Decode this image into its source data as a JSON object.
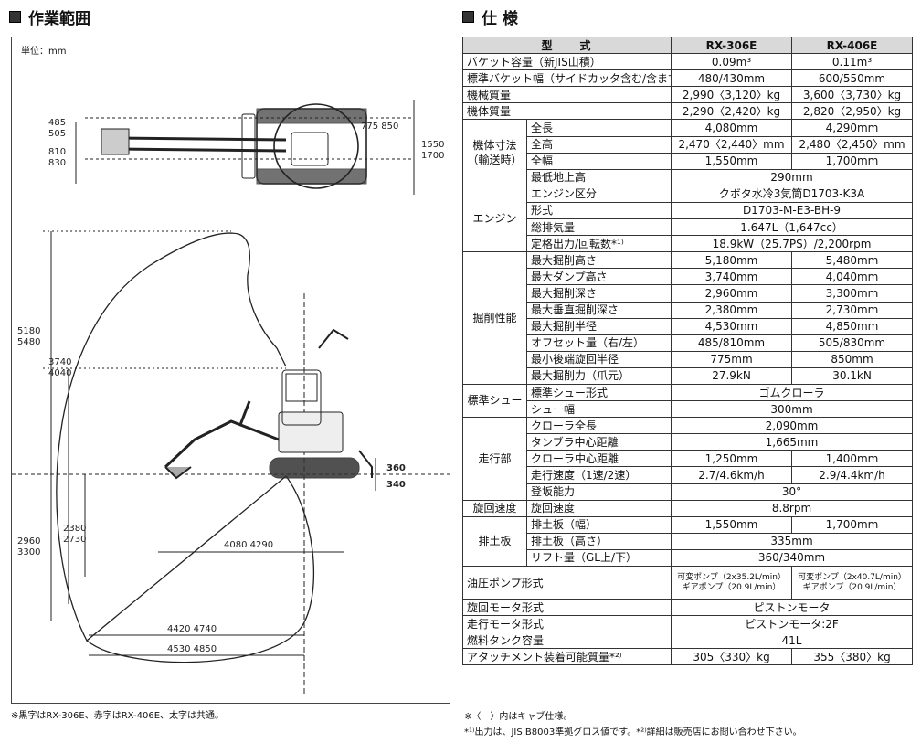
{
  "left_title": "作業範囲",
  "right_title": "仕 様",
  "diagram": {
    "unit": "単位：mm",
    "labels": [
      {
        "id": "d485",
        "text": "485\n505"
      },
      {
        "id": "d810",
        "text": "810\n830"
      },
      {
        "id": "d775",
        "text": "775 850"
      },
      {
        "id": "d1550",
        "text": "1550\n1700"
      },
      {
        "id": "d5180",
        "text": "5180\n5480"
      },
      {
        "id": "d3740",
        "text": "3740\n4040"
      },
      {
        "id": "d360",
        "text": "360"
      },
      {
        "id": "d340",
        "text": "340"
      },
      {
        "id": "d2380",
        "text": "2380\n2730"
      },
      {
        "id": "d2960",
        "text": "2960\n3300"
      },
      {
        "id": "d4080",
        "text": "4080 4290"
      },
      {
        "id": "d4420",
        "text": "4420 4740"
      },
      {
        "id": "d4530",
        "text": "4530 4850"
      }
    ]
  },
  "left_note": "※黒字はRX-306E、赤字はRX-406E、太字は共通。",
  "spec": {
    "header": {
      "label": "型　　式",
      "m1": "RX-306E",
      "m2": "RX-406E"
    },
    "rows": [
      {
        "label": "バケット容量（新JIS山積）",
        "v1": "0.09m³",
        "v2": "0.11m³"
      },
      {
        "label": "標準バケット幅（サイドカッタ含む/含まず）",
        "v1": "480/430mm",
        "v2": "600/550mm"
      },
      {
        "label": "機械質量",
        "v1": "2,990〈3,120〉kg",
        "v2": "3,600〈3,730〉kg"
      },
      {
        "label": "機体質量",
        "v1": "2,290〈2,420〉kg",
        "v2": "2,820〈2,950〉kg"
      }
    ],
    "groups": [
      {
        "label": "機体寸法\n（輸送時）",
        "rows": [
          {
            "label": "全長",
            "v1": "4,080mm",
            "v2": "4,290mm"
          },
          {
            "label": "全高",
            "v1": "2,470〈2,440〉mm",
            "v2": "2,480〈2,450〉mm"
          },
          {
            "label": "全幅",
            "v1": "1,550mm",
            "v2": "1,700mm"
          },
          {
            "label": "最低地上高",
            "v": "290mm"
          }
        ]
      },
      {
        "label": "エンジン",
        "rows": [
          {
            "label": "エンジン区分",
            "v": "クボタ水冷3気筒D1703-K3A"
          },
          {
            "label": "形式",
            "v": "D1703-M-E3-BH-9"
          },
          {
            "label": "総排気量",
            "v": "1.647L（1,647cc）"
          },
          {
            "label": "定格出力/回転数*¹⁾",
            "v": "18.9kW（25.7PS）/2,200rpm"
          }
        ]
      },
      {
        "label": "掘削性能",
        "rows": [
          {
            "label": "最大掘削高さ",
            "v1": "5,180mm",
            "v2": "5,480mm"
          },
          {
            "label": "最大ダンプ高さ",
            "v1": "3,740mm",
            "v2": "4,040mm"
          },
          {
            "label": "最大掘削深さ",
            "v1": "2,960mm",
            "v2": "3,300mm"
          },
          {
            "label": "最大垂直掘削深さ",
            "v1": "2,380mm",
            "v2": "2,730mm"
          },
          {
            "label": "最大掘削半径",
            "v1": "4,530mm",
            "v2": "4,850mm"
          },
          {
            "label": "オフセット量（右/左）",
            "v1": "485/810mm",
            "v2": "505/830mm"
          },
          {
            "label": "最小後端旋回半径",
            "v1": "775mm",
            "v2": "850mm"
          },
          {
            "label": "最大掘削力（爪元）",
            "v1": "27.9kN",
            "v2": "30.1kN"
          }
        ]
      },
      {
        "label": "標準シュー",
        "rows": [
          {
            "label": "標準シュー形式",
            "v": "ゴムクローラ"
          },
          {
            "label": "シュー幅",
            "v": "300mm"
          }
        ]
      },
      {
        "label": "走行部",
        "rows": [
          {
            "label": "クローラ全長",
            "v": "2,090mm"
          },
          {
            "label": "タンブラ中心距離",
            "v": "1,665mm"
          },
          {
            "label": "クローラ中心距離",
            "v1": "1,250mm",
            "v2": "1,400mm"
          },
          {
            "label": "走行速度（1速/2速）",
            "v1": "2.7/4.6km/h",
            "v2": "2.9/4.4km/h"
          },
          {
            "label": "登坂能力",
            "v": "30°"
          }
        ]
      },
      {
        "label": "旋回速度",
        "rows": [
          {
            "label": "旋回速度",
            "v": "8.8rpm"
          }
        ]
      },
      {
        "label": "排土板",
        "rows": [
          {
            "label": "排土板（幅）",
            "v1": "1,550mm",
            "v2": "1,700mm"
          },
          {
            "label": "排土板（高さ）",
            "v": "335mm"
          },
          {
            "label": "リフト量（GL上/下）",
            "v": "360/340mm"
          }
        ]
      }
    ],
    "pump": {
      "label": "油圧ポンプ形式",
      "v1a": "可変ポンプ（2x35.2L/min）",
      "v1b": "ギアポンプ（20.9L/min）",
      "v2a": "可変ポンプ（2x40.7L/min）",
      "v2b": "ギアポンプ（20.9L/min）"
    },
    "tail": [
      {
        "label": "旋回モータ形式",
        "v": "ピストンモータ"
      },
      {
        "label": "走行モータ形式",
        "v": "ピストンモータ:2F"
      },
      {
        "label": "燃料タンク容量",
        "v": "41L"
      },
      {
        "label": "アタッチメント装着可能質量*²⁾",
        "v1": "305〈330〉kg",
        "v2": "355〈380〉kg"
      }
    ]
  },
  "note1": "※〈　〉内はキャブ仕様。",
  "note2": "*¹⁾出力は、JIS B8003準拠グロス値です。*²⁾詳細は販売店にお問い合わせ下さい。"
}
